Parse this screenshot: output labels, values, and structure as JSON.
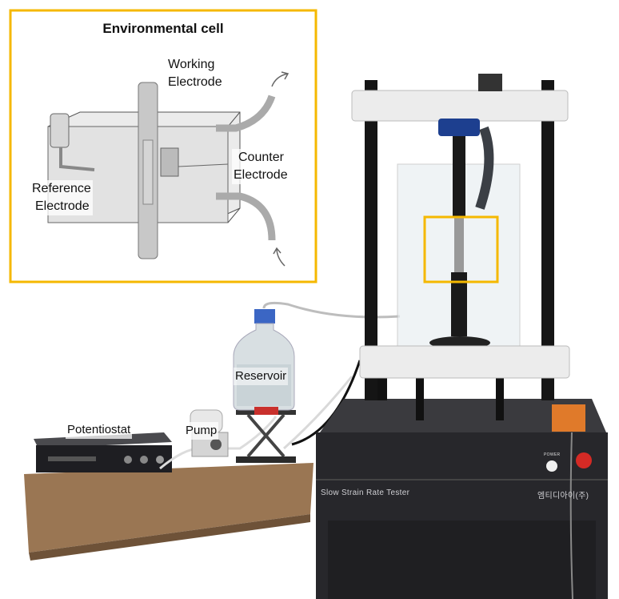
{
  "inset": {
    "title": "Environmental cell",
    "labels": {
      "working": [
        "Working",
        "Electrode"
      ],
      "counter": [
        "Counter",
        "Electrode"
      ],
      "reference": [
        "Reference",
        "Electrode"
      ]
    },
    "border_color": "#F5B800"
  },
  "photo": {
    "labels": {
      "reservoir": "Reservoir",
      "pump": "Pump",
      "potentiostat": "Potentiostat"
    },
    "machine": {
      "name": "Slow Strain Rate Tester",
      "maker": "엠티디아이(주)",
      "power_label": "POWER"
    },
    "highlight_color": "#F5B800"
  }
}
